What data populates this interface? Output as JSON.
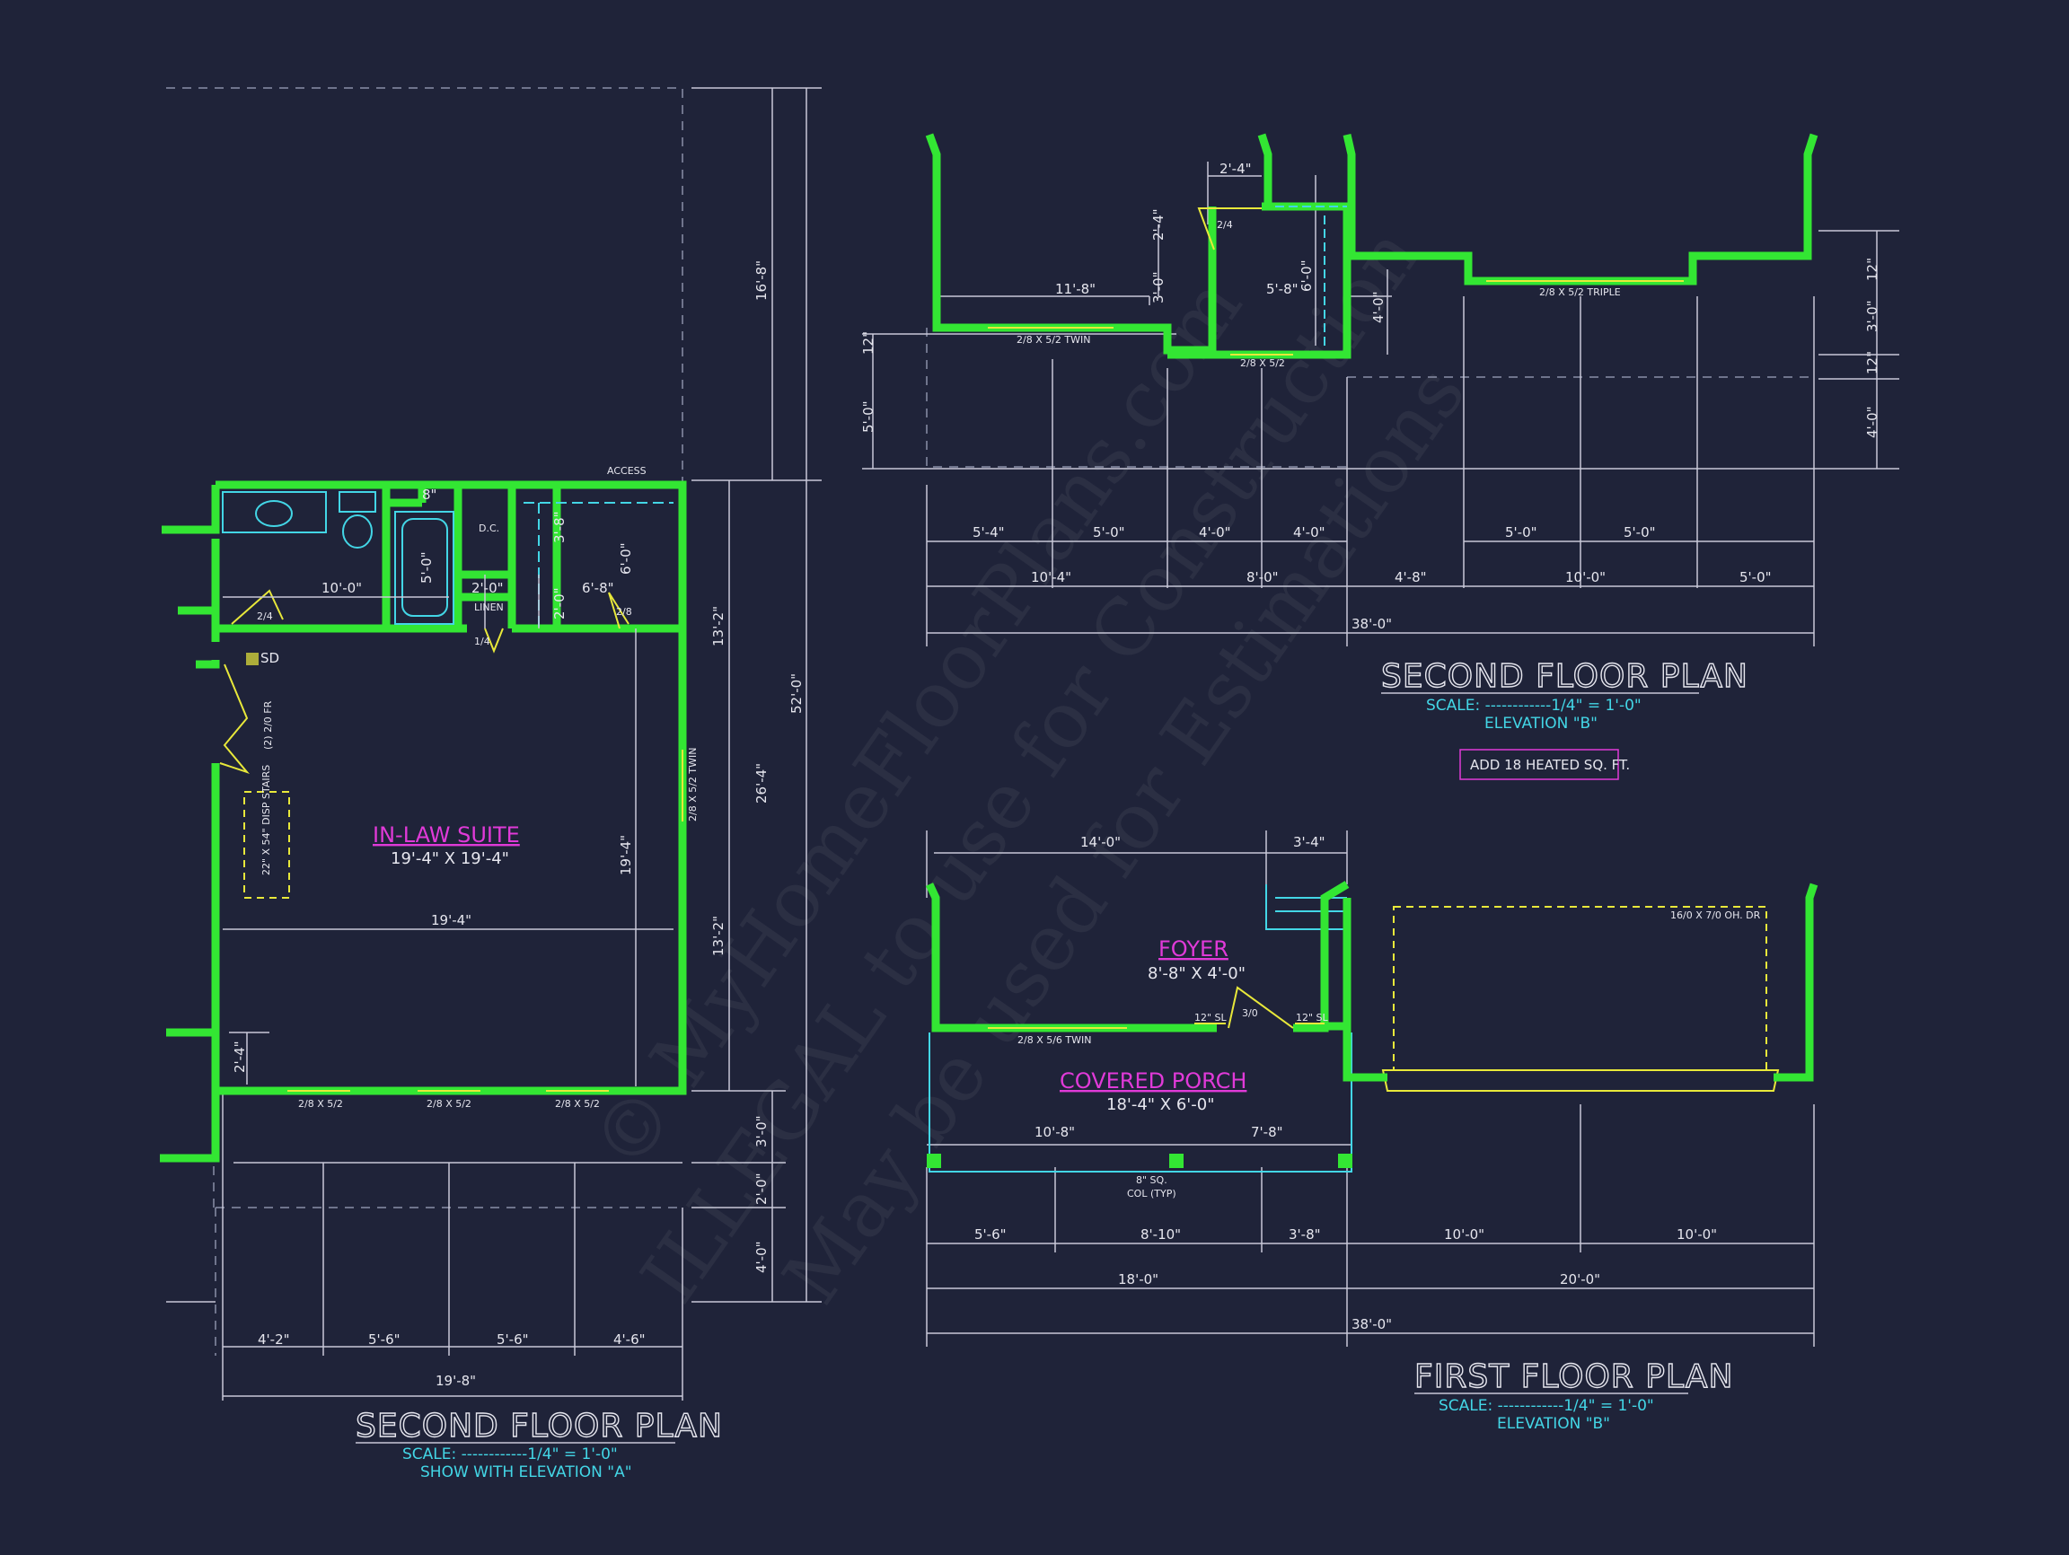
{
  "watermark": {
    "line1": "© MyHomeFloorPlans.com",
    "line2": "ILLEGAL to use for Construction",
    "line3": "May be used for Estimations"
  },
  "left_plan": {
    "title": "SECOND FLOOR PLAN",
    "scale": "SCALE: ------------1/4\" = 1'-0\"",
    "note": "SHOW WITH ELEVATION \"A\"",
    "room_name": "IN-LAW SUITE",
    "room_size": "19'-4\" X 19'-4\"",
    "labels": {
      "access": "ACCESS",
      "dc": "D.C.",
      "linen": "LINEN",
      "sd": "SD",
      "door_fr": "(2) 2/0 FR",
      "stairs": "22\" X 54\" DISP STAIRS",
      "twin": "2/8 X 5/2 TWIN",
      "door_24": "2/4",
      "door_28": "2/8",
      "door_14": "1/4",
      "win1": "2/8 X 5/2",
      "win2": "2/8 X 5/2",
      "win3": "2/8 X 5/2"
    },
    "dims": {
      "d10_0": "10'-0\"",
      "d8": "8\"",
      "d5_0": "5'-0\"",
      "d2_0a": "2'-0\"",
      "d3_8": "3'-8\"",
      "d6_0": "6'-0\"",
      "d6_8": "6'-8\"",
      "d2_0b": "2'-0\"",
      "d19_4h": "19'-4\"",
      "d19_4v": "19'-4\"",
      "d2_4": "2'-4\"",
      "d16_8": "16'-8\"",
      "d52_0": "52'-0\"",
      "d13_2a": "13'-2\"",
      "d26_4": "26'-4\"",
      "d13_2b": "13'-2\"",
      "d3_0": "3'-0\"",
      "d2_0c": "2'-0\"",
      "d4_0": "4'-0\"",
      "b4_2": "4'-2\"",
      "b5_6a": "5'-6\"",
      "b5_6b": "5'-6\"",
      "b4_6": "4'-6\"",
      "b19_8": "19'-8\""
    }
  },
  "right_second": {
    "title": "SECOND FLOOR PLAN",
    "scale": "SCALE: ------------1/4\" = 1'-0\"",
    "note": "ELEVATION \"B\"",
    "add_box": "ADD 18 HEATED SQ. FT.",
    "labels": {
      "twin": "2/8 X 5/2 TWIN",
      "single": "2/8 X 5/2",
      "triple": "2/8 X 5/2 TRIPLE",
      "door": "2/4"
    },
    "dims": {
      "t2_4": "2'-4\"",
      "t11_8": "11'-8\"",
      "t2_4v": "2'-4\"",
      "t3_0v": "3'-0\"",
      "t5_8": "5'-8\"",
      "t6_0v": "6'-0\"",
      "t4_0v": "4'-0\"",
      "l12": "12\"",
      "l5_0": "5'-0\"",
      "r12a": "12\"",
      "r3_0": "3'-0\"",
      "r12b": "12\"",
      "r4_0": "4'-0\"",
      "a5_4": "5'-4\"",
      "a5_0": "5'-0\"",
      "a4_0a": "4'-0\"",
      "a4_0b": "4'-0\"",
      "a5_0b": "5'-0\"",
      "a5_0c": "5'-0\"",
      "b10_4": "10'-4\"",
      "b8_0": "8'-0\"",
      "b4_8": "4'-8\"",
      "b10_0": "10'-0\"",
      "b5_0": "5'-0\"",
      "total": "38'-0\""
    }
  },
  "right_first": {
    "title": "FIRST FLOOR PLAN",
    "scale": "SCALE: ------------1/4\" = 1'-0\"",
    "note": "ELEVATION \"B\"",
    "foyer": "FOYER",
    "foyer_size": "8'-8\" X 4'-0\"",
    "porch": "COVERED PORCH",
    "porch_size": "18'-4\" X 6'-0\"",
    "labels": {
      "garage_door": "16/0 X 7/0 OH. DR",
      "twin": "2/8 X 5/6 TWIN",
      "door": "3/0",
      "sl1": "12\" SL",
      "sl2": "12\" SL",
      "col": "8\" SQ.",
      "col2": "COL (TYP)"
    },
    "dims": {
      "t14_0": "14'-0\"",
      "t3_4": "3'-4\"",
      "p10_8": "10'-8\"",
      "p7_8": "7'-8\"",
      "a5_6": "5'-6\"",
      "a8_10": "8'-10\"",
      "a3_8": "3'-8\"",
      "a10_0": "10'-0\"",
      "a10_0b": "10'-0\"",
      "b18_0": "18'-0\"",
      "b20_0": "20'-0\"",
      "total": "38'-0\""
    }
  }
}
